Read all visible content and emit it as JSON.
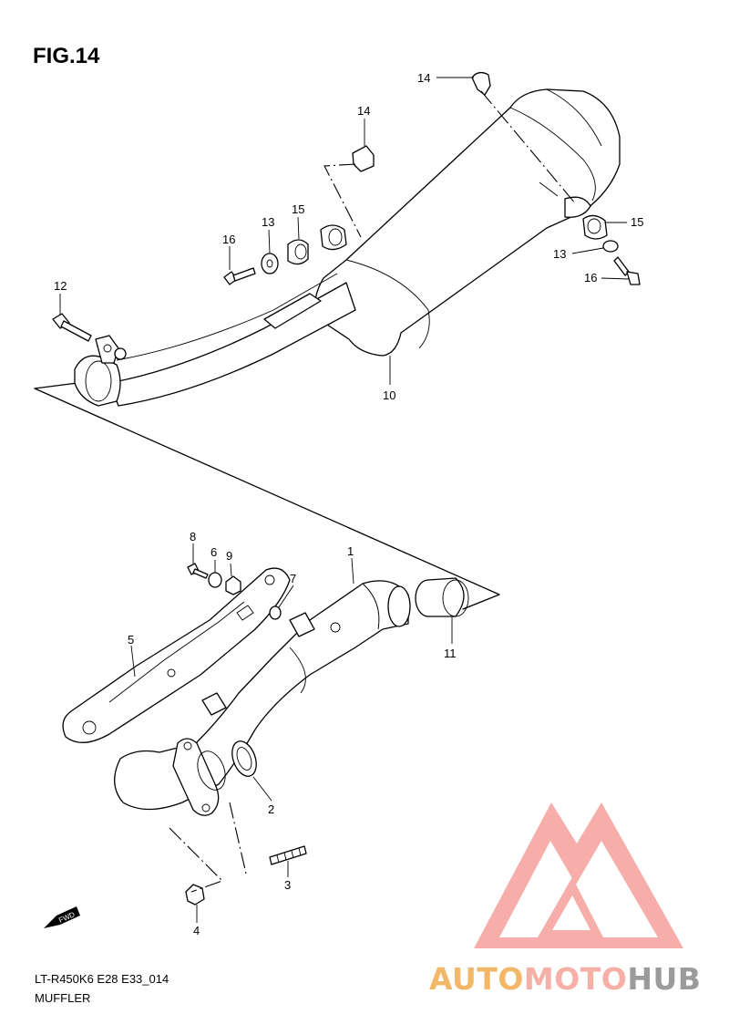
{
  "figure_label": "FIG.14",
  "diagram_code": "LT-R450K6 E28 E33_014",
  "diagram_title": "MUFFLER",
  "direction_label": "FWD",
  "watermark": {
    "part1": "AUTO",
    "part2": "MOTO",
    "part3": "HUB",
    "colors": {
      "auto": "#f3b768",
      "moto": "#f6b0a8",
      "hub": "#9b9b9b",
      "logo": "#f6a09c"
    }
  },
  "callouts": {
    "p1": "1",
    "p2": "2",
    "p3": "3",
    "p4": "4",
    "p5": "5",
    "p6": "6",
    "p7": "7",
    "p8": "8",
    "p9": "9",
    "p10": "10",
    "p11": "11",
    "p12": "12",
    "p13a": "13",
    "p13b": "13",
    "p14a": "14",
    "p14b": "14",
    "p15a": "15",
    "p15b": "15",
    "p16a": "16",
    "p16b": "16"
  }
}
